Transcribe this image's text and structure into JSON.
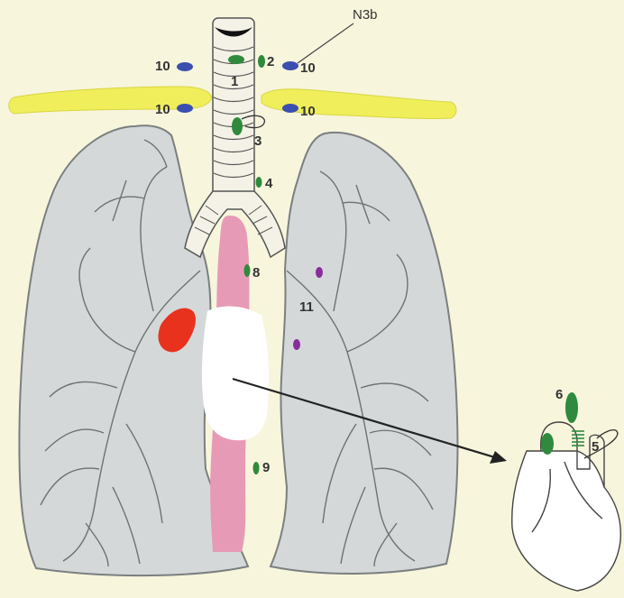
{
  "labels": {
    "n3b": "N3b",
    "station_10_left_upper": "10",
    "station_10_left_lower": "10",
    "station_10_right_upper": "10",
    "station_10_right_lower": "10",
    "station_1": "1",
    "station_2": "2",
    "station_3": "3",
    "station_4": "4",
    "station_8": "8",
    "station_9": "9",
    "station_11": "11",
    "station_6": "6",
    "station_5": "5"
  },
  "colors": {
    "background": "#f7f5dc",
    "lung_fill": "#d4d8d8",
    "lung_outline": "#7b7f80",
    "clavicle": "#f0ee5a",
    "esophagus": "#e79ab6",
    "tumor": "#e8321e",
    "node_green": "#2f8a3e",
    "node_blue": "#3b4fb0",
    "node_purple": "#8a2d9c",
    "arrow": "#222222"
  },
  "icons": {
    "lungs": "lungs-icon",
    "heart": "heart-icon",
    "trachea": "trachea-icon"
  }
}
